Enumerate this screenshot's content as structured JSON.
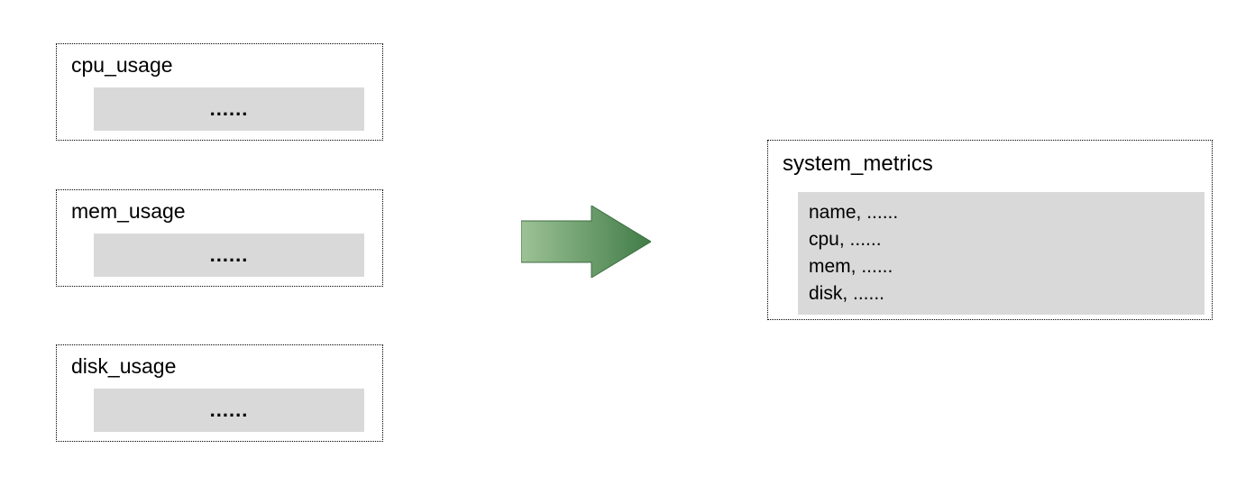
{
  "sources": [
    {
      "title": "cpu_usage",
      "placeholder": "......"
    },
    {
      "title": "mem_usage",
      "placeholder": "......"
    },
    {
      "title": "disk_usage",
      "placeholder": "......"
    }
  ],
  "target": {
    "title": "system_metrics",
    "rows": [
      "name, ......",
      "cpu, ......",
      "mem, ......",
      "disk, ......"
    ]
  },
  "arrow": {
    "direction": "right",
    "color_start": "#9cc295",
    "color_end": "#417c47"
  },
  "colors": {
    "box_fill": "#d9d9d9",
    "border": "#000000",
    "background": "#ffffff"
  }
}
